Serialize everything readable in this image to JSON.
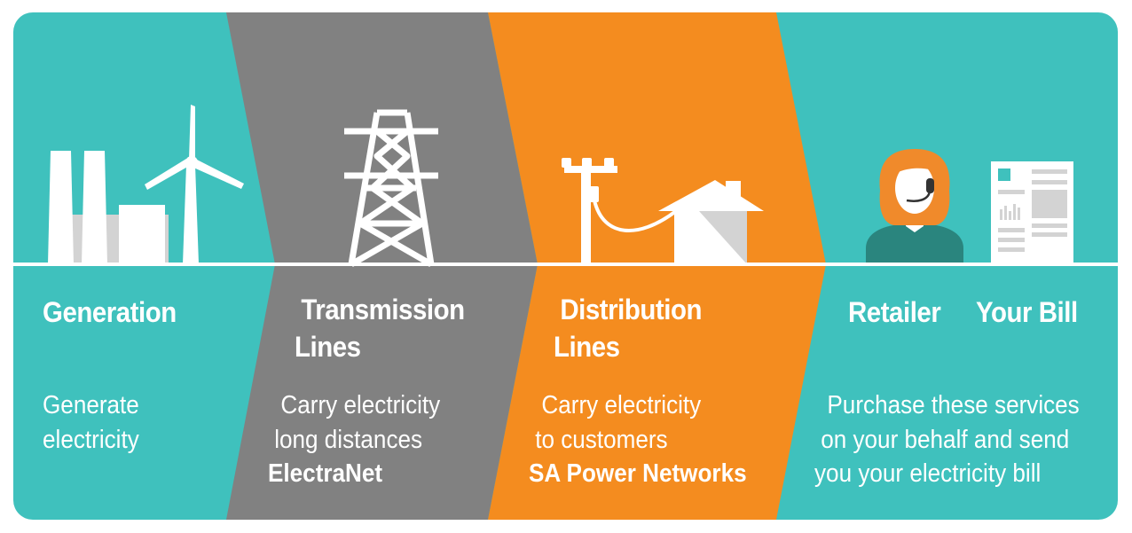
{
  "colors": {
    "teal": "#3fc1bd",
    "grey": "#818181",
    "orange": "#f48c1f",
    "white": "#ffffff",
    "light_grey": "#d3d3d3",
    "hair_orange": "#f08a2b",
    "shirt": "#2a857e"
  },
  "stages": [
    {
      "title": [
        "Generation"
      ],
      "description": [
        "Generate",
        "electricity"
      ],
      "operator": ""
    },
    {
      "title": [
        "Transmission",
        "Lines"
      ],
      "description": [
        "Carry electricity",
        "long distances"
      ],
      "operator": "ElectraNet"
    },
    {
      "title": [
        "Distribution",
        "Lines"
      ],
      "description": [
        "Carry electricity",
        "to customers"
      ],
      "operator": "SA Power Networks"
    },
    {
      "title": [
        "Retailer"
      ],
      "title_extra": "Your Bill",
      "description": [
        "Purchase these services",
        "on your behalf and send",
        "you your electricity bill"
      ],
      "operator": ""
    }
  ],
  "icons": [
    "power-station-icon",
    "wind-turbine-icon",
    "transmission-tower-icon",
    "power-pole-icon",
    "house-icon",
    "call-centre-agent-icon",
    "electricity-bill-icon"
  ]
}
